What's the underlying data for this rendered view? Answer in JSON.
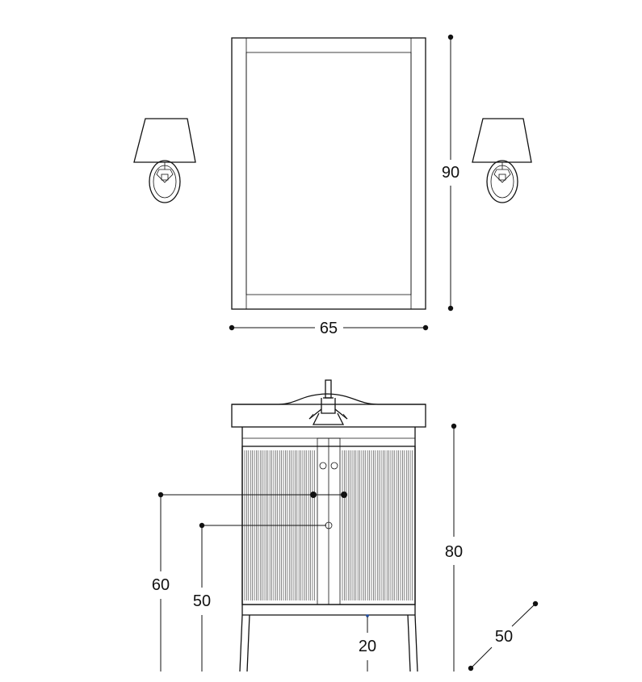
{
  "dimensions": {
    "mirror_width": "65",
    "mirror_height": "90",
    "cabinet_height": "80",
    "handle_height": "60",
    "lower_handle_height": "50",
    "toe_clearance": "20",
    "depth": "50"
  },
  "colors": {
    "stroke": "#111111",
    "background": "#ffffff",
    "accent_dot": "#1f4fa8"
  }
}
